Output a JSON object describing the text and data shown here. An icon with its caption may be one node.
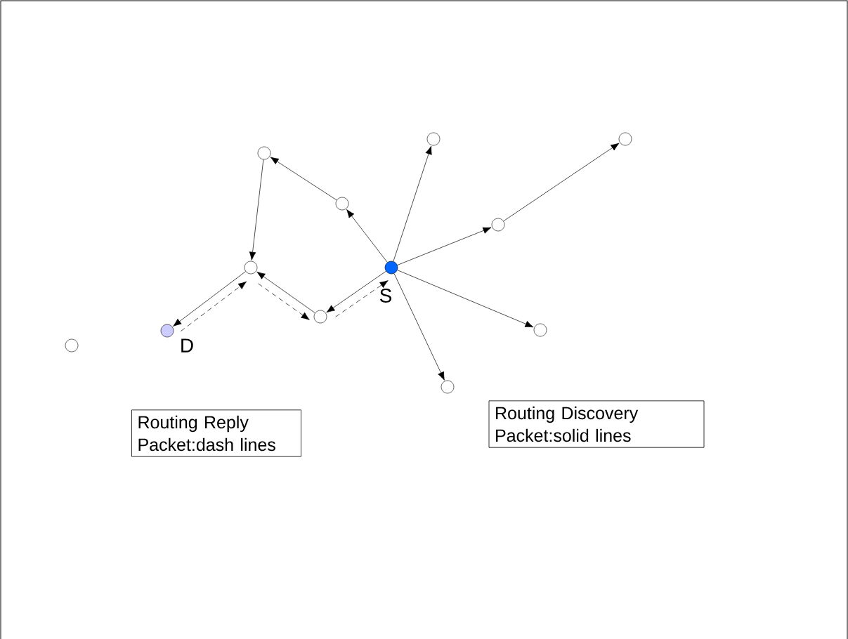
{
  "diagram": {
    "nodes": [
      {
        "text": [],
        "shape": "circle"
      },
      {
        "text": [],
        "shape": "circle"
      },
      {
        "text": [],
        "shape": "circle"
      },
      {
        "text": [],
        "shape": "circle"
      },
      {
        "text": [],
        "shape": "circle"
      },
      {
        "text": [],
        "shape": "circle"
      },
      {
        "text": [],
        "shape": "circle",
        "beside": [
          "S"
        ]
      },
      {
        "text": [],
        "shape": "circle"
      },
      {
        "text": [],
        "shape": "circle",
        "beside": [
          "D"
        ]
      },
      {
        "text": [],
        "shape": "circle"
      },
      {
        "text": [],
        "shape": "circle"
      },
      {
        "text": [],
        "shape": "circle"
      },
      {
        "text": [
          "Routing Reply Packet:dash lines"
        ]
      },
      {
        "text": [
          "Routing Discovery Packet:solid lines"
        ]
      }
    ],
    "edges": [
      {
        "from": 6,
        "to": 3,
        "arrow": "to"
      },
      {
        "from": 3,
        "to": 2,
        "arrow": "to"
      },
      {
        "from": 2,
        "to": 5,
        "arrow": "to"
      },
      {
        "from": 5,
        "to": 8,
        "arrow": "to"
      },
      {
        "from": 6,
        "to": 7,
        "arrow": "to"
      },
      {
        "from": 7,
        "to": 5,
        "arrow": "to"
      },
      {
        "from": 6,
        "to": 0,
        "arrow": "to"
      },
      {
        "from": 6,
        "to": 4,
        "arrow": "to"
      },
      {
        "from": 4,
        "to": 1,
        "arrow": "to"
      },
      {
        "from": 6,
        "to": 9,
        "arrow": "to"
      },
      {
        "from": 6,
        "to": 11,
        "arrow": "to"
      },
      {
        "from": 8,
        "to": 5,
        "arrow": "to",
        "style": "dashed"
      },
      {
        "from": 5,
        "to": 7,
        "arrow": "to",
        "style": "dashed"
      },
      {
        "from": 7,
        "to": 6,
        "arrow": "to",
        "style": "dashed"
      }
    ]
  }
}
